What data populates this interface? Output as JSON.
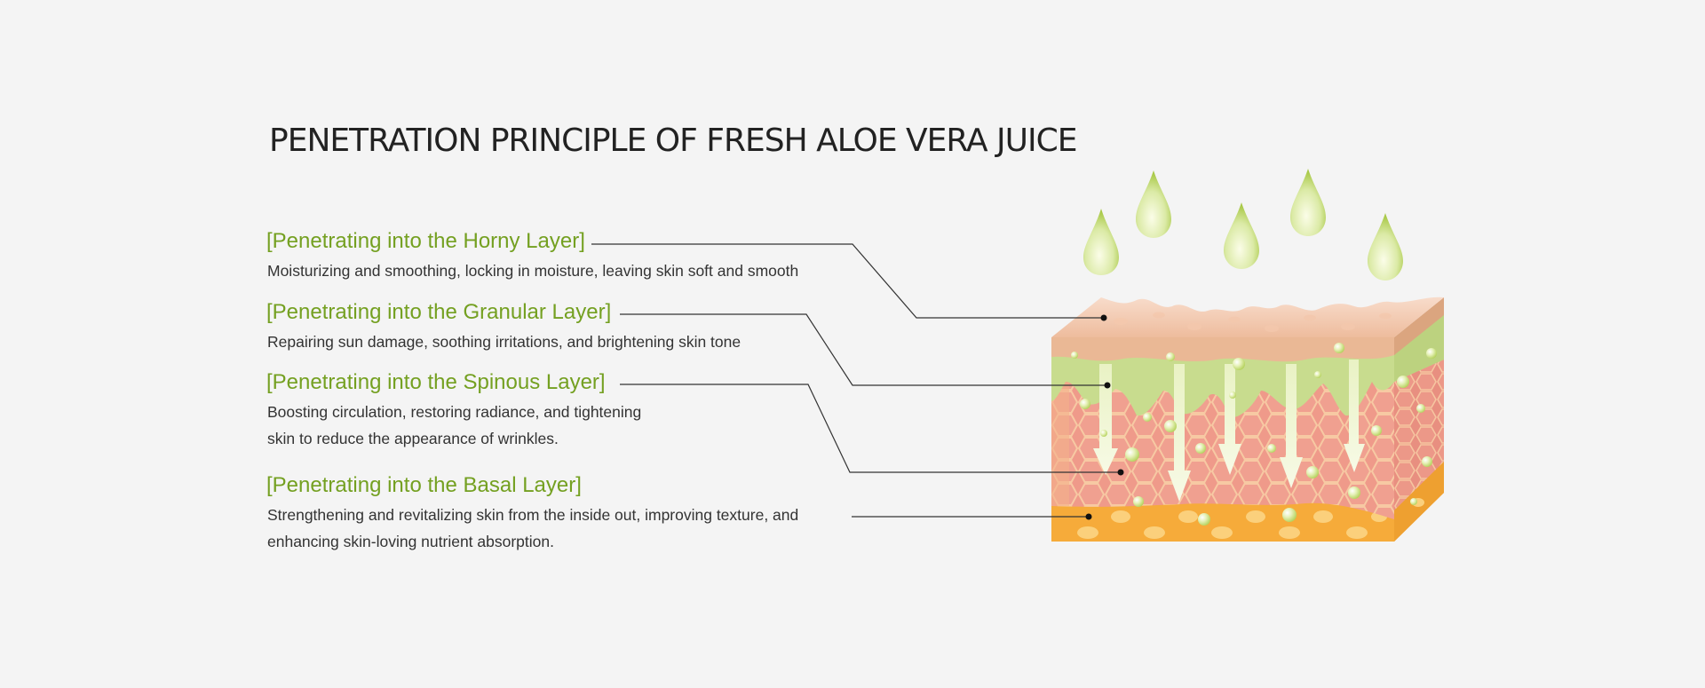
{
  "title": "PENETRATION PRINCIPLE OF FRESH ALOE VERA JUICE",
  "layers": [
    {
      "heading": "[Penetrating into the Horny Layer]",
      "lines": [
        "Moisturizing and smoothing, locking in moisture, leaving skin soft and smooth"
      ]
    },
    {
      "heading": "[Penetrating into the Granular Layer]",
      "lines": [
        "Repairing sun damage, soothing irritations, and brightening skin tone"
      ]
    },
    {
      "heading": "[Penetrating into the Spinous Layer]",
      "lines": [
        "Boosting circulation, restoring radiance, and tightening",
        "skin to reduce the appearance of wrinkles."
      ]
    },
    {
      "heading": "[Penetrating into the Basal Layer]",
      "lines": [
        "Strengthening and revitalizing skin from the inside out, improving texture, and",
        "enhancing skin-loving nutrient absorption."
      ]
    }
  ],
  "colors": {
    "heading": "#74a021",
    "horny_layer": "#f2cbb2",
    "granular_layer": "#c8dc8e",
    "spinous_layer": "#ef9a8a",
    "basal_layer": "#f6ab3a",
    "droplet": "#c9e08a"
  }
}
